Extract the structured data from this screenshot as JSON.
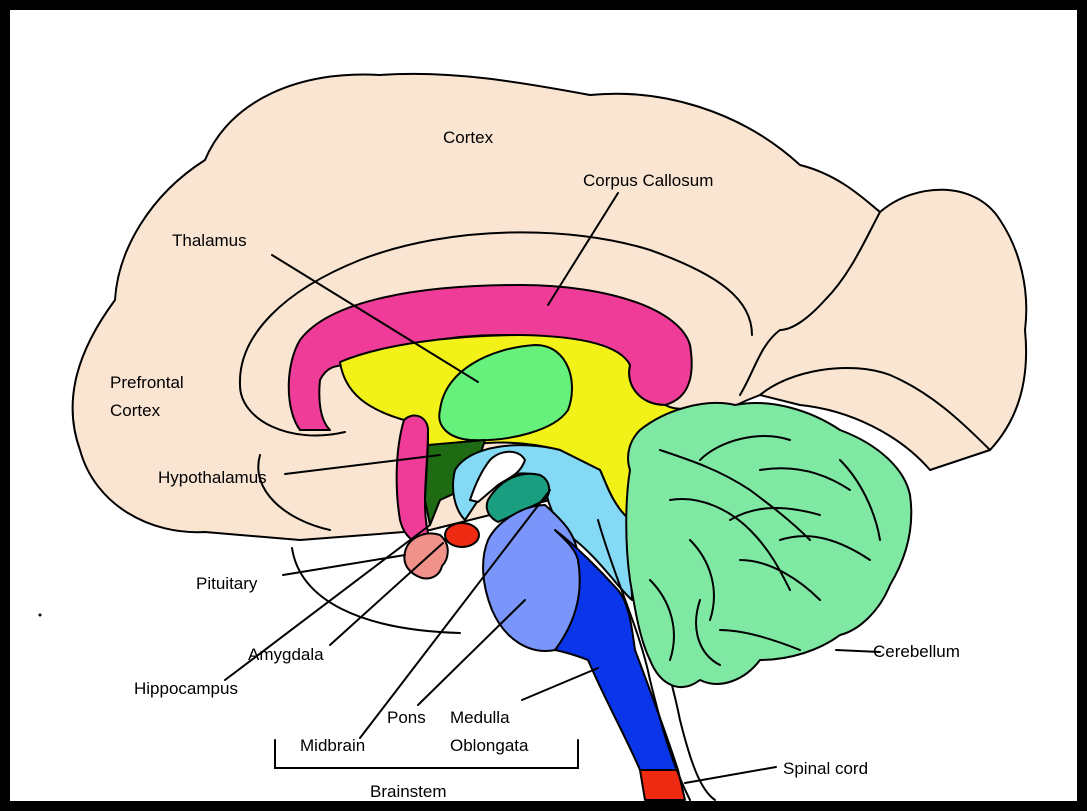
{
  "colors": {
    "frame": "#000000",
    "cortex": "#fae5d3",
    "corpus_callosum": "#ee3c98",
    "thalamus_region": "#f2f219",
    "thalamus": "#66f07c",
    "hypothalamus": "#1f6b14",
    "midbrain": "#84daf4",
    "midbrain_inner": "#1a9e80",
    "pons": "#7a96fa",
    "medulla": "#0a35e8",
    "pituitary": "#f0928a",
    "amygdala": "#ee2a12",
    "cerebellum": "#7fe8a3",
    "spinal_cord": "#ee2a12"
  },
  "labels": {
    "cortex": "Cortex",
    "corpus_callosum": "Corpus Callosum",
    "thalamus": "Thalamus",
    "prefrontal_line1": "Prefrontal",
    "prefrontal_line2": "Cortex",
    "hypothalamus": "Hypothalamus",
    "pituitary": "Pituitary",
    "amygdala": "Amygdala",
    "hippocampus": "Hippocampus",
    "pons": "Pons",
    "medulla_line1": "Medulla",
    "medulla_line2": "Oblongata",
    "midbrain": "Midbrain",
    "brainstem": "Brainstem",
    "cerebellum": "Cerebellum",
    "spinal_cord": "Spinal cord"
  }
}
